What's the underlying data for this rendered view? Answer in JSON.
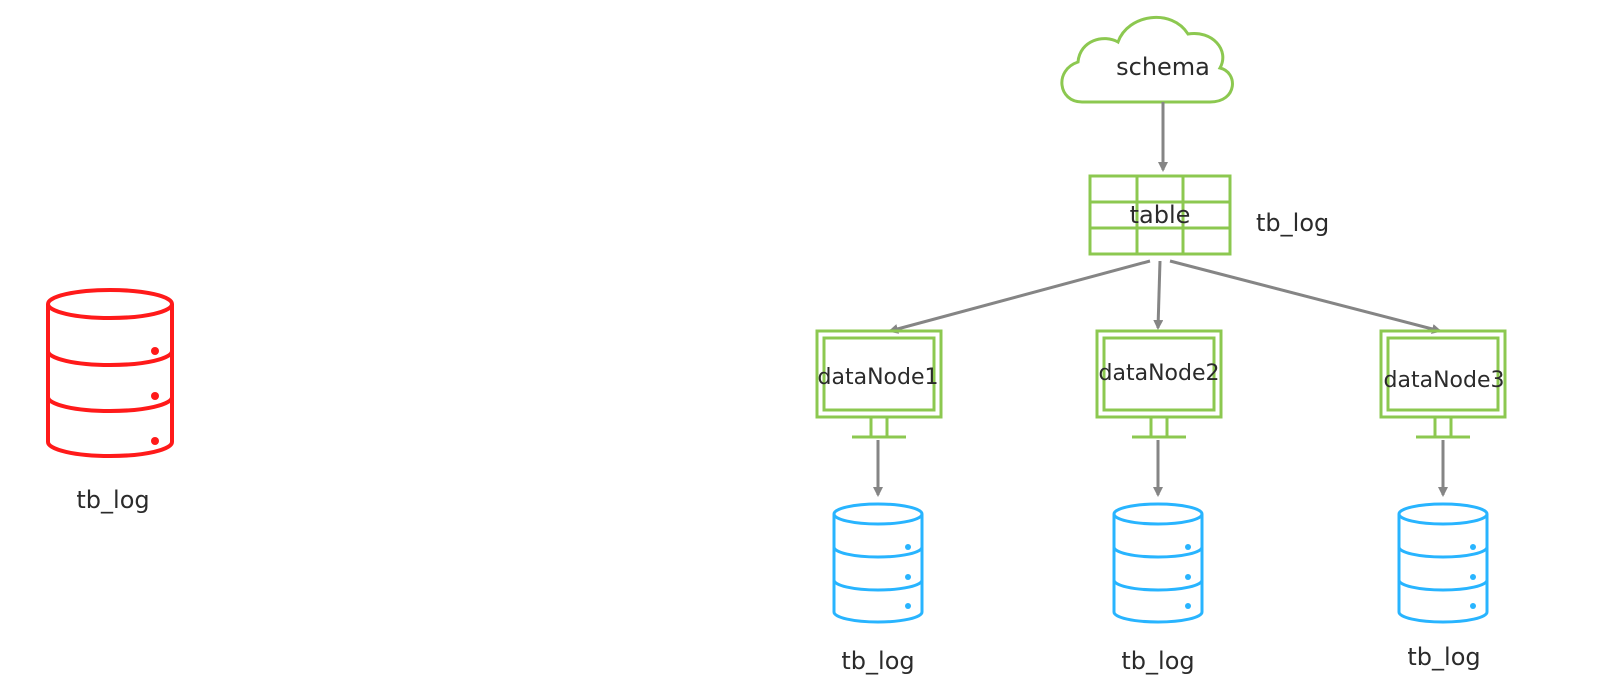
{
  "colors": {
    "local_db": "#ff1a1a",
    "distributed_db": "#28b4ff",
    "logical": "#8cc850",
    "arrow": "#858585",
    "text": "#2b2b2b"
  },
  "local": {
    "db_label": "tb_log"
  },
  "distributed": {
    "schema_label": "schema",
    "table_label": "table",
    "logical_table_label": "tb_log",
    "nodes": [
      {
        "label": "dataNode1",
        "db_label": "tb_log"
      },
      {
        "label": "dataNode2",
        "db_label": "tb_log"
      },
      {
        "label": "dataNode3",
        "db_label": "tb_log"
      }
    ]
  }
}
